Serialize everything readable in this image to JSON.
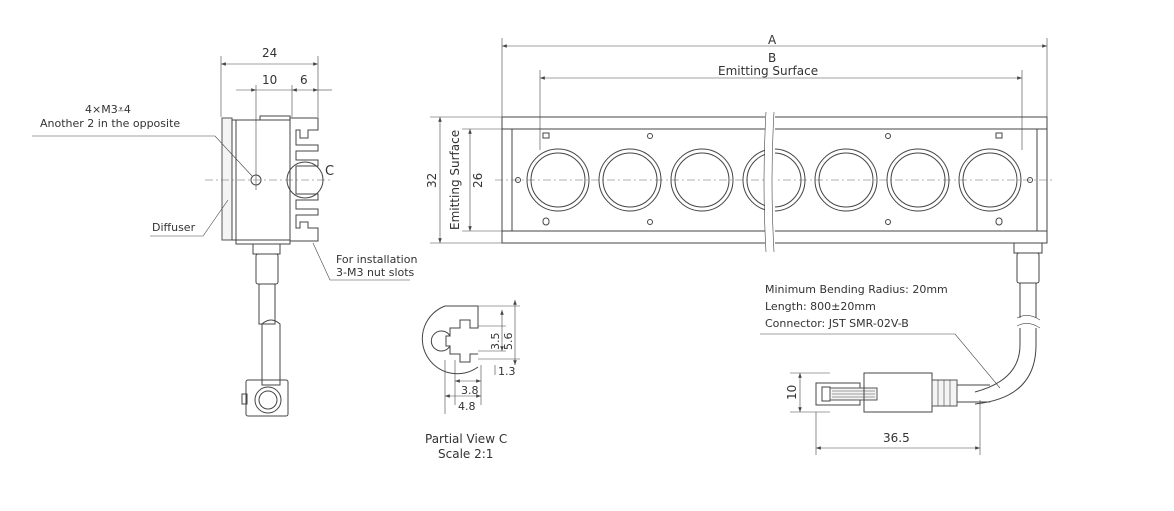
{
  "side_view": {
    "dim_total": "24",
    "dim_center": "10",
    "dim_fin": "6",
    "screw_note_1": "4×M3⩡4",
    "screw_note_2": "Another 2 in the opposite",
    "diffuser_label": "Diffuser",
    "install_note_1": "For installation",
    "install_note_2": "3-M3 nut slots",
    "detail_marker": "C"
  },
  "front_view": {
    "dim_a": "A",
    "dim_b": "B",
    "dim_b_caption": "Emitting Surface",
    "dim_height": "32",
    "dim_emitting_height": "26",
    "dim_emitting_caption": "Emitting Surface"
  },
  "cable": {
    "note_1": "Minimum Bending Radius: 20mm",
    "note_2": "Length: 800±20mm",
    "note_3": "Connector: JST SMR-02V-B",
    "dim_height": "10",
    "dim_length": "36.5"
  },
  "partial_view": {
    "dim_1": "3.5",
    "dim_2": "5.6",
    "dim_3": "1.3",
    "dim_4": "3.8",
    "dim_5": "4.8",
    "title": "Partial View C",
    "scale": "Scale 2:1"
  }
}
